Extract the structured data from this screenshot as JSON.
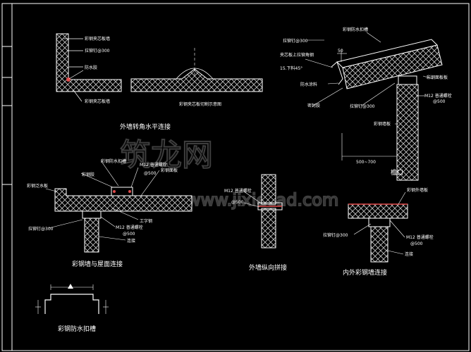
{
  "watermark": {
    "brand": "筑龙网",
    "site": "www.jixiecad.com"
  },
  "colors": {
    "background": "#000000",
    "line": "#ffffff",
    "accent_red": "#e24b4b",
    "fill_hatch": "#bdbdbd"
  },
  "details": {
    "wall_corner": {
      "title": "外墙转角水平连接",
      "labels": [
        "彩钢夹芯板墙",
        "拉铆钉@300",
        "防水胶",
        "彩钢夹芯板墙"
      ]
    },
    "cut_panel": {
      "title": "彩钢夹芯板切割示意图"
    },
    "eave": {
      "title": "檐口",
      "dim_top": "50",
      "dim_bottom": "500~700",
      "labels": [
        "拉铆钉@300",
        "彩钢防水扣槽",
        "夹芯板上拉铆角钢",
        "15.下料45°",
        "彩钢面板板",
        "防水涂料",
        "M12 普通螺栓",
        "@500",
        "拉铆钉@300",
        "彩钢墙板",
        "密封胶"
      ]
    },
    "roof_join": {
      "title": "彩钢墙与屋面连接",
      "labels": [
        "彩钢防水扣槽",
        "彩钢胶",
        "M12 普通螺栓",
        "@500",
        "彩钢面板",
        "彩钢泛水板",
        "工字钢",
        "拉铆钉@300",
        "M12 普通螺栓",
        "@500",
        "连接"
      ]
    },
    "vertical_join": {
      "title": "外墙纵向拼接",
      "labels": [
        "M12 普通螺栓",
        "@500"
      ]
    },
    "inner_outer": {
      "title": "内外彩钢墙连接",
      "labels": [
        "彩钢外墙板",
        "拉铆钉@300",
        "M12 普通螺栓",
        "@500",
        "连接"
      ]
    },
    "gutter": {
      "title": "彩钢防水扣槽"
    }
  }
}
